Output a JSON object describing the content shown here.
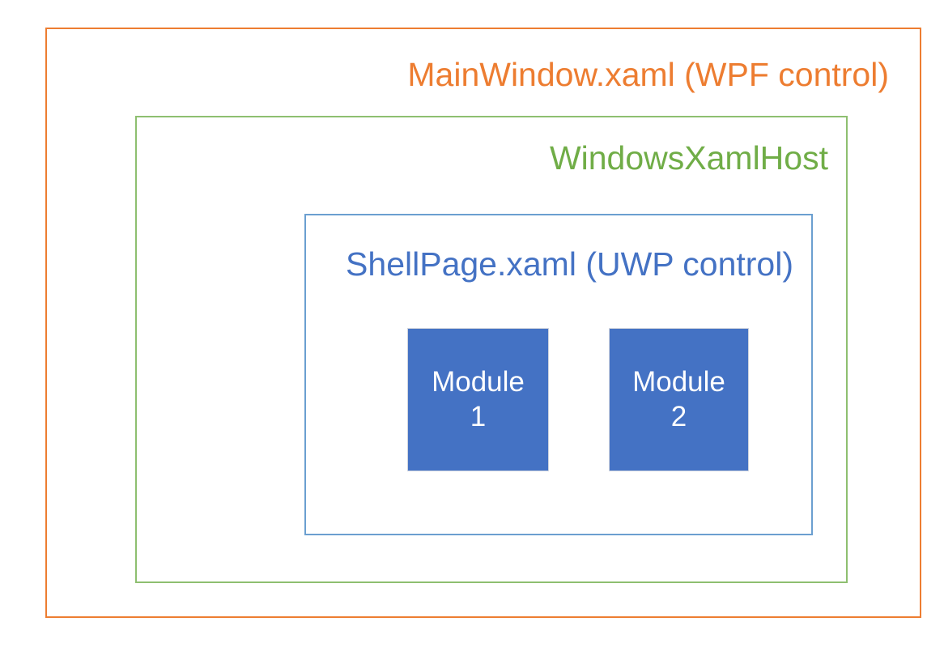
{
  "diagram": {
    "title": "WPF / WindowsXamlHost / UWP layering diagram",
    "background_color": "#FFFFFF",
    "layers": [
      {
        "id": "wpf",
        "label": "MainWindow.xaml (WPF control)",
        "border_color": "#ED7D31",
        "text_color": "#ED7D31",
        "fill": "none"
      },
      {
        "id": "xamlhost",
        "label": "WindowsXamlHost",
        "border_color": "#8EBF70",
        "text_color": "#70AD47",
        "fill": "none"
      },
      {
        "id": "uwp",
        "label": "ShellPage.xaml (UWP control)",
        "border_color": "#6B9FD0",
        "text_color": "#4472C4",
        "fill": "none"
      }
    ],
    "modules": [
      {
        "id": "module-1",
        "line1": "Module",
        "line2": "1",
        "fill_color": "#4472C4",
        "text_color": "#FFFFFF"
      },
      {
        "id": "module-2",
        "line1": "Module",
        "line2": "2",
        "fill_color": "#4472C4",
        "text_color": "#FFFFFF"
      }
    ]
  }
}
